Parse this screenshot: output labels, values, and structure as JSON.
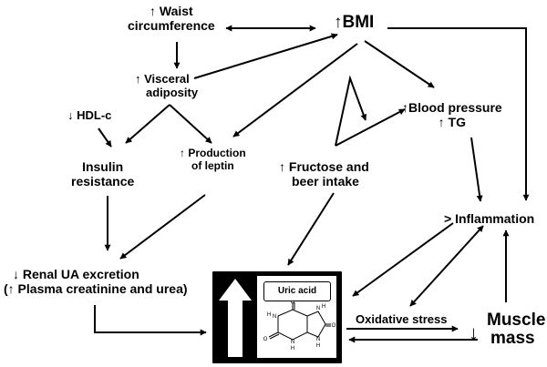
{
  "diagram": {
    "nodes": {
      "waist": {
        "prefix": "↑",
        "line1": "Waist",
        "line2": "circumference"
      },
      "bmi": {
        "prefix": "↑",
        "text": "BMI"
      },
      "visceral": {
        "prefix": "↑",
        "line1": "Visceral",
        "line2": "adiposity"
      },
      "hdl": {
        "prefix": "↓",
        "text": "HDL-c"
      },
      "insulin": {
        "line1": "Insulin",
        "line2": "resistance"
      },
      "leptin": {
        "line1": "↑ Production",
        "line2": "of leptin"
      },
      "fructose": {
        "line1": "↑ Fructose and",
        "line2": "beer intake"
      },
      "bp": {
        "line1": "↑Blood pressure",
        "line2": "↑ TG"
      },
      "inflammation": {
        "text": "> Inflammation"
      },
      "renal": {
        "line1": "↓ Renal UA excretion",
        "line2": "(↑ Plasma creatinine and urea)"
      },
      "uric_acid": {
        "label": "Uric acid"
      },
      "oxidative": {
        "text": "Oxidative stress"
      },
      "muscle": {
        "prefix": "↓",
        "line1": "Muscle",
        "line2": "mass"
      }
    },
    "molecule_atoms": [
      "O",
      "H",
      "N",
      "O",
      "H",
      "N",
      "O",
      "N",
      "H",
      "N",
      "H"
    ]
  }
}
